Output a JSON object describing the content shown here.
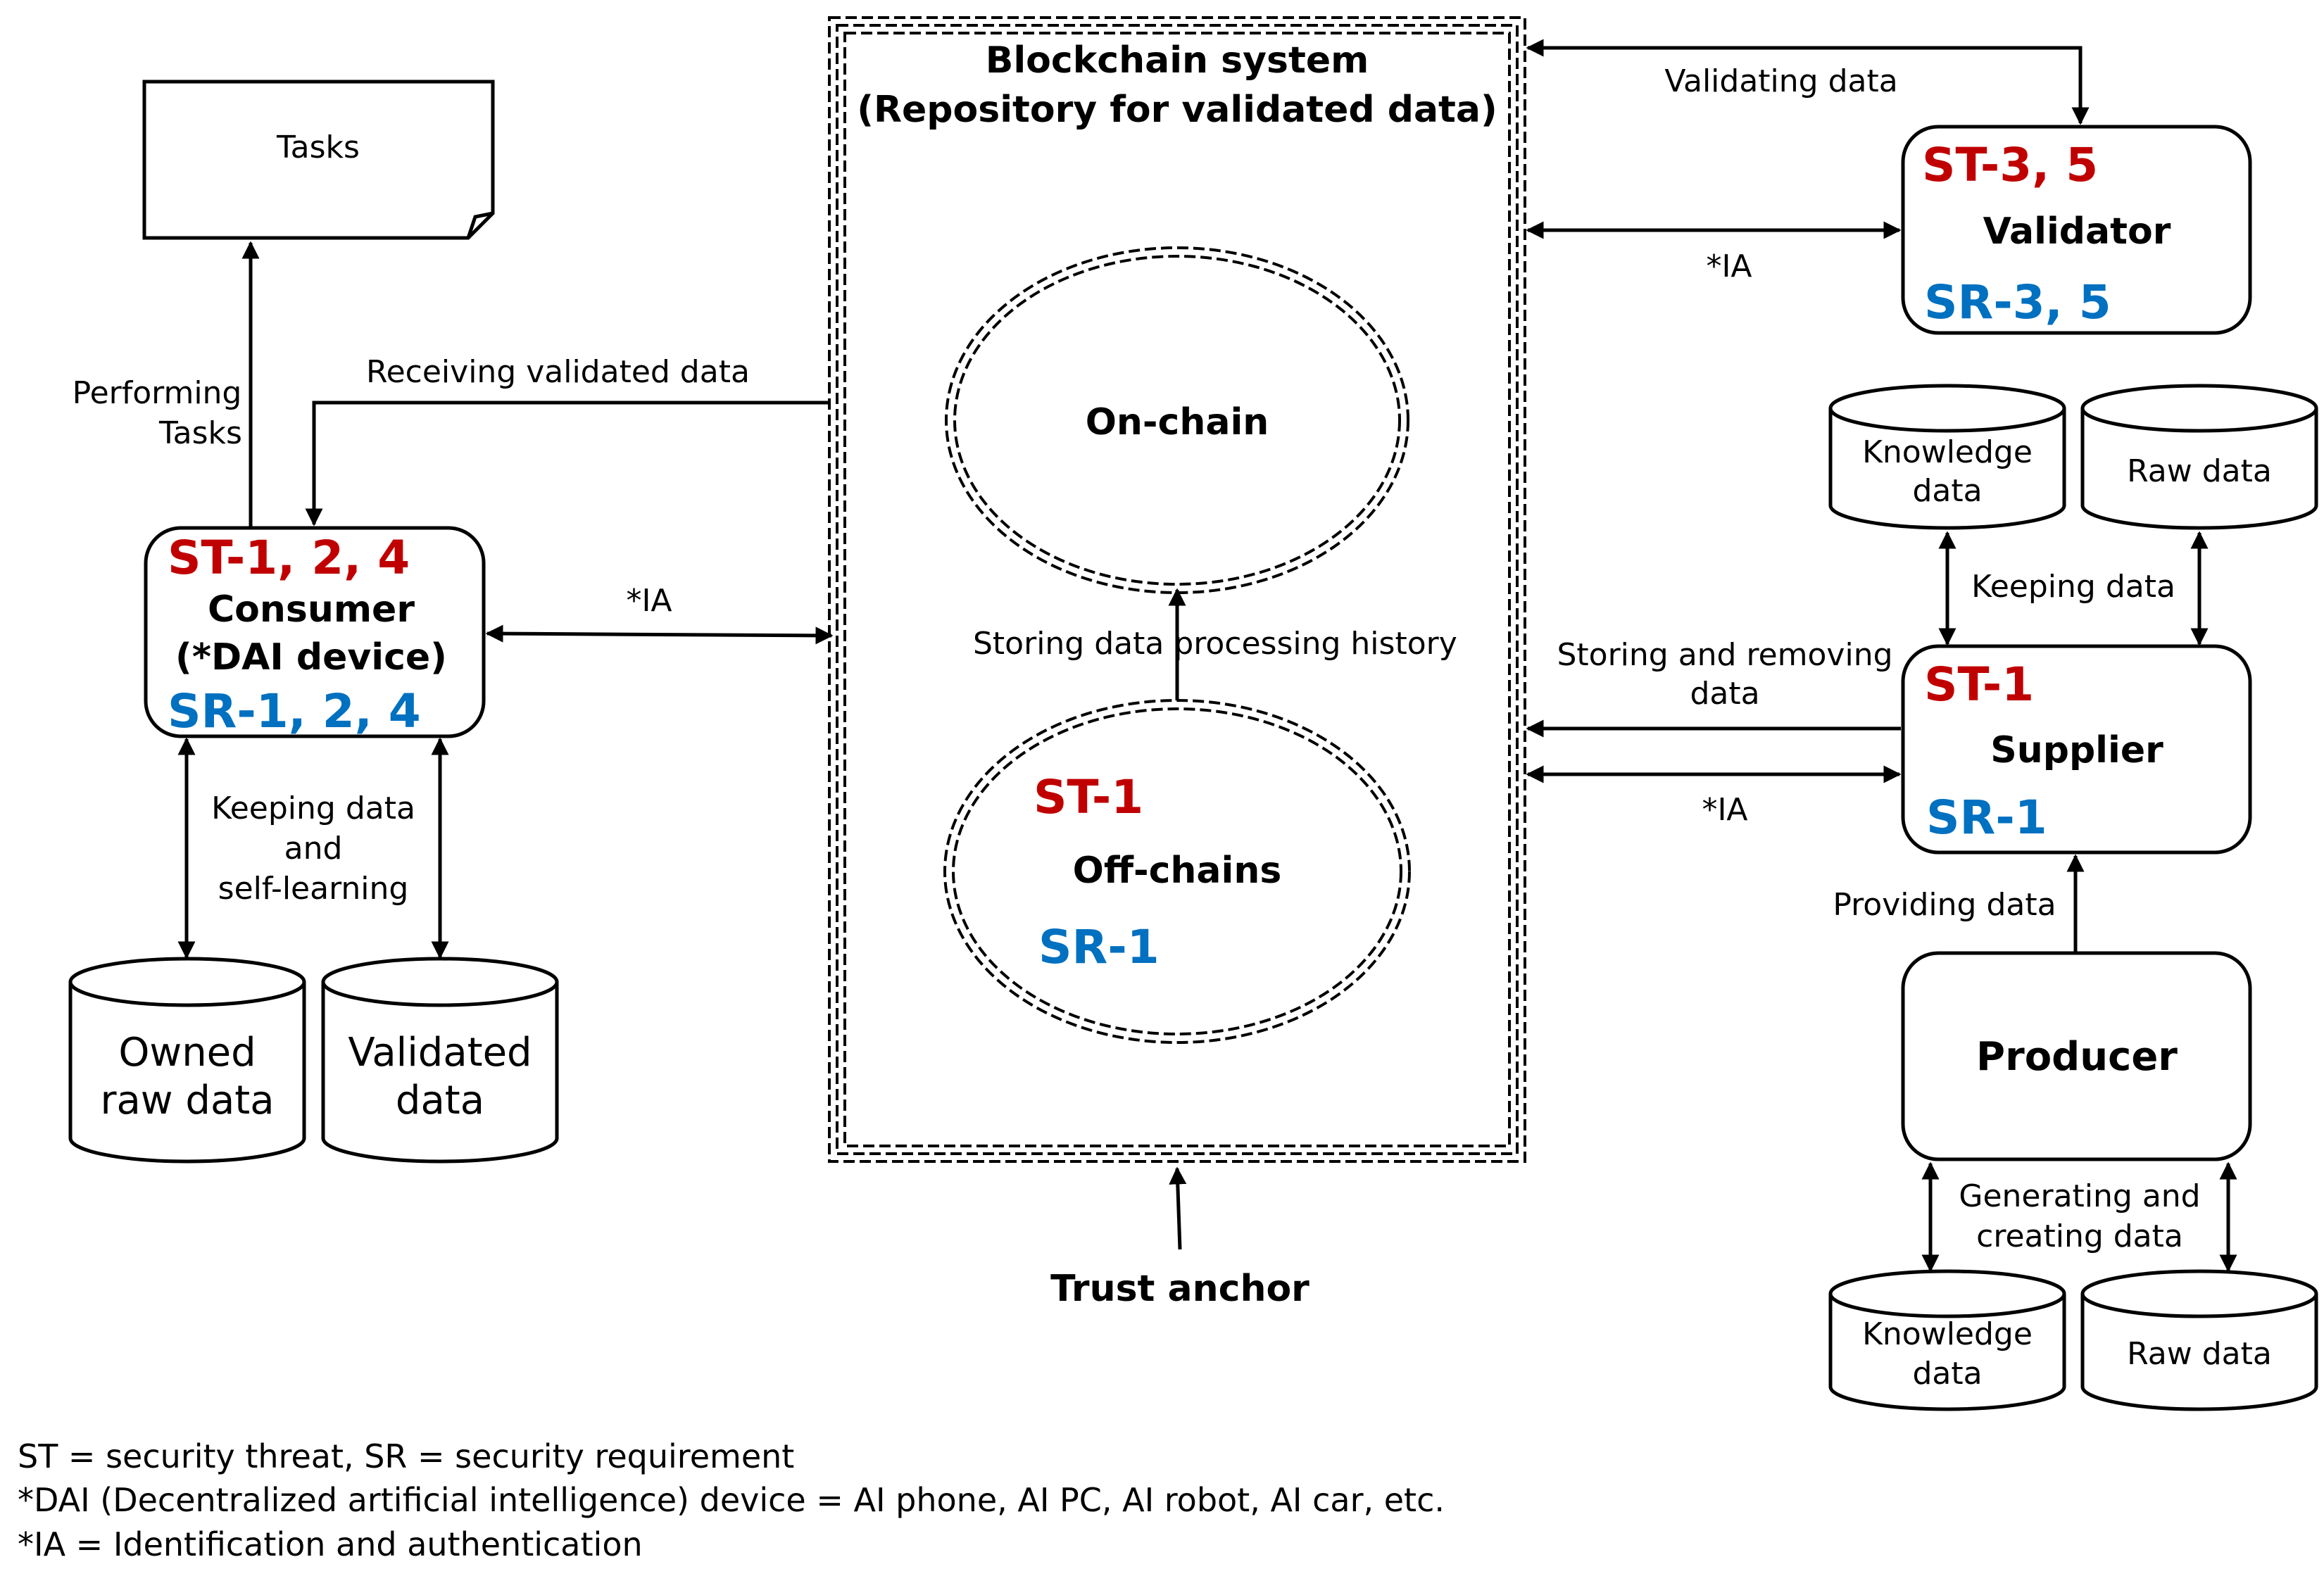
{
  "colors": {
    "threat": "#c00000",
    "requirement": "#0070c0",
    "line": "#000000"
  },
  "blockchain": {
    "title_line1": "Blockchain system",
    "title_line2": "(Repository for validated data)",
    "on_chain": "On-chain",
    "off_chain": "Off-chains",
    "off_chain_st": "ST-1",
    "off_chain_sr": "SR-1",
    "storing_history": "Storing data processing history"
  },
  "tasks": {
    "label": "Tasks"
  },
  "consumer": {
    "st": "ST-1, 2, 4",
    "name": "Consumer",
    "device": "(*DAI device)",
    "sr": "SR-1, 2, 4",
    "performing_line1": "Performing",
    "performing_line2": "Tasks",
    "receiving": "Receiving validated data",
    "ia": "*IA",
    "keeping_line1": "Keeping data",
    "keeping_line2": "and",
    "keeping_line3": "self-learning",
    "db_owned_line1": "Owned",
    "db_owned_line2": "raw data",
    "db_validated_line1": "Validated",
    "db_validated_line2": "data"
  },
  "validator": {
    "st": "ST-3, 5",
    "name": "Validator",
    "sr": "SR-3, 5",
    "validating": "Validating data",
    "ia": "*IA"
  },
  "supplier": {
    "st": "ST-1",
    "name": "Supplier",
    "sr": "SR-1",
    "storing_line1": "Storing and removing",
    "storing_line2": "data",
    "ia": "*IA",
    "keeping": "Keeping data",
    "db_knowledge_line1": "Knowledge",
    "db_knowledge_line2": "data",
    "db_raw": "Raw data"
  },
  "producer": {
    "name": "Producer",
    "providing": "Providing data",
    "generating_line1": "Generating and",
    "generating_line2": "creating data",
    "db_knowledge_line1": "Knowledge",
    "db_knowledge_line2": "data",
    "db_raw": "Raw data"
  },
  "trust_anchor": "Trust anchor",
  "legend": {
    "line1": "ST = security threat, SR = security requirement",
    "line2": "*DAI (Decentralized artificial intelligence) device = AI phone, AI PC, AI robot, AI car, etc.",
    "line3": "*IA = Identification and authentication"
  }
}
